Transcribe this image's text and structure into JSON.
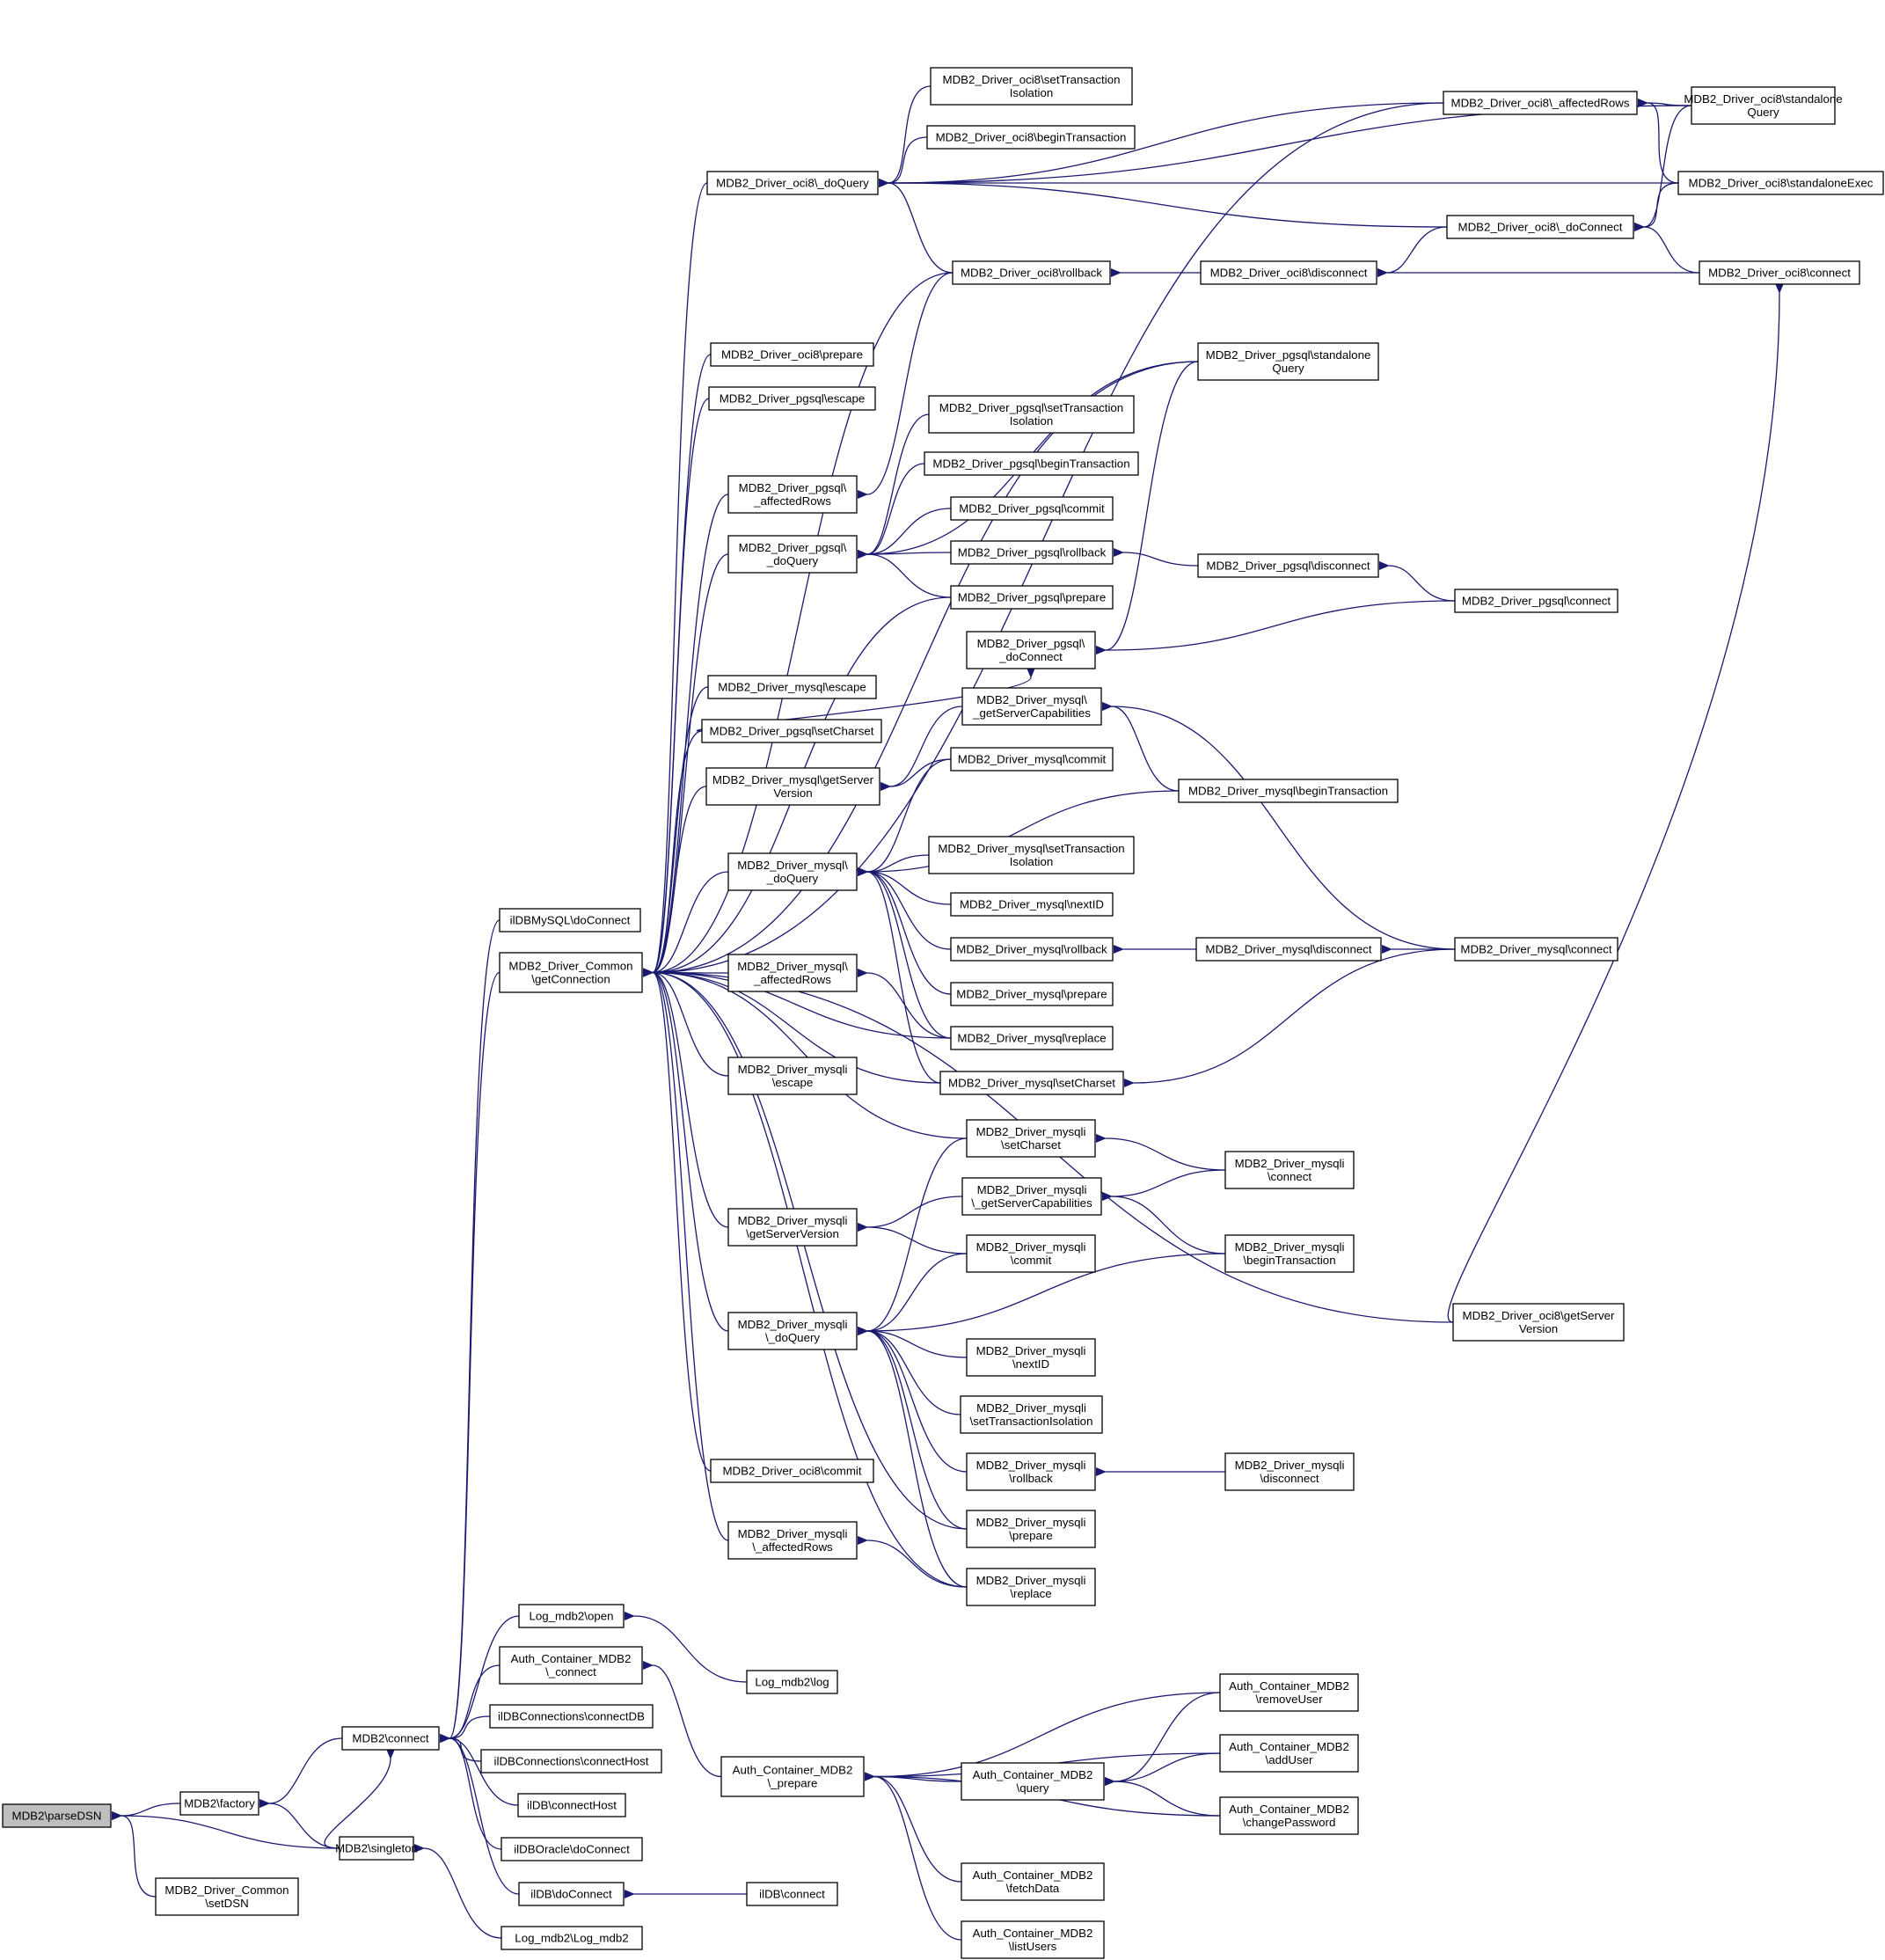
{
  "colors": {
    "edge": "#191970",
    "node_border": "#000000",
    "node_fill": "#ffffff",
    "root_fill": "#bfbfbf"
  },
  "nodes": [
    {
      "id": "parseDSN",
      "lines": [
        "MDB2\\parseDSN"
      ],
      "root": true
    },
    {
      "id": "factory",
      "lines": [
        "MDB2\\factory"
      ]
    },
    {
      "id": "singleton",
      "lines": [
        "MDB2\\singleton"
      ]
    },
    {
      "id": "setDSN",
      "lines": [
        "MDB2_Driver_Common",
        "\\setDSN"
      ]
    },
    {
      "id": "connect",
      "lines": [
        "MDB2\\connect"
      ]
    },
    {
      "id": "ilDBMySQL_doConnect",
      "lines": [
        "ilDBMySQL\\doConnect"
      ]
    },
    {
      "id": "getConnection",
      "lines": [
        "MDB2_Driver_Common",
        "\\getConnection"
      ]
    },
    {
      "id": "log_open",
      "lines": [
        "Log_mdb2\\open"
      ]
    },
    {
      "id": "auth_connect",
      "lines": [
        "Auth_Container_MDB2",
        "\\_connect"
      ]
    },
    {
      "id": "ilDBConnections_connectDB",
      "lines": [
        "ilDBConnections\\connectDB"
      ]
    },
    {
      "id": "ilDBConnections_connectHost",
      "lines": [
        "ilDBConnections\\connectHost"
      ]
    },
    {
      "id": "ilDB_connectHost",
      "lines": [
        "ilDB\\connectHost"
      ]
    },
    {
      "id": "ilDBOracle_doConnect",
      "lines": [
        "ilDBOracle\\doConnect"
      ]
    },
    {
      "id": "ilDB_doConnect",
      "lines": [
        "ilDB\\doConnect"
      ]
    },
    {
      "id": "log_mdb2_ctor",
      "lines": [
        "Log_mdb2\\Log_mdb2"
      ]
    },
    {
      "id": "log_log",
      "lines": [
        "Log_mdb2\\log"
      ]
    },
    {
      "id": "ilDB_connect",
      "lines": [
        "ilDB\\connect"
      ]
    },
    {
      "id": "auth_prepare",
      "lines": [
        "Auth_Container_MDB2",
        "\\_prepare"
      ]
    },
    {
      "id": "auth_query",
      "lines": [
        "Auth_Container_MDB2",
        "\\query"
      ]
    },
    {
      "id": "auth_removeUser",
      "lines": [
        "Auth_Container_MDB2",
        "\\removeUser"
      ]
    },
    {
      "id": "auth_addUser",
      "lines": [
        "Auth_Container_MDB2",
        "\\addUser"
      ]
    },
    {
      "id": "auth_changePassword",
      "lines": [
        "Auth_Container_MDB2",
        "\\changePassword"
      ]
    },
    {
      "id": "auth_fetchData",
      "lines": [
        "Auth_Container_MDB2",
        "\\fetchData"
      ]
    },
    {
      "id": "auth_listUsers",
      "lines": [
        "Auth_Container_MDB2",
        "\\listUsers"
      ]
    },
    {
      "id": "oci8_doQuery",
      "lines": [
        "MDB2_Driver_oci8\\_doQuery"
      ]
    },
    {
      "id": "oci8_setTransactionIsolation",
      "lines": [
        "MDB2_Driver_oci8\\setTransaction",
        "Isolation"
      ]
    },
    {
      "id": "oci8_beginTransaction",
      "lines": [
        "MDB2_Driver_oci8\\beginTransaction"
      ]
    },
    {
      "id": "oci8_rollback",
      "lines": [
        "MDB2_Driver_oci8\\rollback"
      ]
    },
    {
      "id": "oci8_disconnect",
      "lines": [
        "MDB2_Driver_oci8\\disconnect"
      ]
    },
    {
      "id": "oci8_affectedRows",
      "lines": [
        "MDB2_Driver_oci8\\_affectedRows"
      ]
    },
    {
      "id": "oci8_doConnect",
      "lines": [
        "MDB2_Driver_oci8\\_doConnect"
      ]
    },
    {
      "id": "oci8_standaloneQuery",
      "lines": [
        "MDB2_Driver_oci8\\standalone",
        "Query"
      ]
    },
    {
      "id": "oci8_standaloneExec",
      "lines": [
        "MDB2_Driver_oci8\\standaloneExec"
      ]
    },
    {
      "id": "oci8_connect",
      "lines": [
        "MDB2_Driver_oci8\\connect"
      ]
    },
    {
      "id": "oci8_prepare",
      "lines": [
        "MDB2_Driver_oci8\\prepare"
      ]
    },
    {
      "id": "pgsql_escape",
      "lines": [
        "MDB2_Driver_pgsql\\escape"
      ]
    },
    {
      "id": "pgsql_affectedRows",
      "lines": [
        "MDB2_Driver_pgsql\\",
        "_affectedRows"
      ]
    },
    {
      "id": "pgsql_doQuery",
      "lines": [
        "MDB2_Driver_pgsql\\",
        "_doQuery"
      ]
    },
    {
      "id": "pgsql_standaloneQuery",
      "lines": [
        "MDB2_Driver_pgsql\\standalone",
        "Query"
      ]
    },
    {
      "id": "pgsql_setTransactionIsolation",
      "lines": [
        "MDB2_Driver_pgsql\\setTransaction",
        "Isolation"
      ]
    },
    {
      "id": "pgsql_beginTransaction",
      "lines": [
        "MDB2_Driver_pgsql\\beginTransaction"
      ]
    },
    {
      "id": "pgsql_commit",
      "lines": [
        "MDB2_Driver_pgsql\\commit"
      ]
    },
    {
      "id": "pgsql_rollback",
      "lines": [
        "MDB2_Driver_pgsql\\rollback"
      ]
    },
    {
      "id": "pgsql_prepare",
      "lines": [
        "MDB2_Driver_pgsql\\prepare"
      ]
    },
    {
      "id": "pgsql_disconnect",
      "lines": [
        "MDB2_Driver_pgsql\\disconnect"
      ]
    },
    {
      "id": "pgsql_connect",
      "lines": [
        "MDB2_Driver_pgsql\\connect"
      ]
    },
    {
      "id": "pgsql_doConnect",
      "lines": [
        "MDB2_Driver_pgsql\\",
        "_doConnect"
      ]
    },
    {
      "id": "mysql_escape",
      "lines": [
        "MDB2_Driver_mysql\\escape"
      ]
    },
    {
      "id": "pgsql_setCharset",
      "lines": [
        "MDB2_Driver_pgsql\\setCharset"
      ]
    },
    {
      "id": "mysql_getServerVersion",
      "lines": [
        "MDB2_Driver_mysql\\getServer",
        "Version"
      ]
    },
    {
      "id": "mysql_getServerCapabilities",
      "lines": [
        "MDB2_Driver_mysql\\",
        "_getServerCapabilities"
      ]
    },
    {
      "id": "mysql_commit",
      "lines": [
        "MDB2_Driver_mysql\\commit"
      ]
    },
    {
      "id": "mysql_beginTransaction",
      "lines": [
        "MDB2_Driver_mysql\\beginTransaction"
      ]
    },
    {
      "id": "mysql_doQuery",
      "lines": [
        "MDB2_Driver_mysql\\",
        "_doQuery"
      ]
    },
    {
      "id": "mysql_setTransactionIsolation",
      "lines": [
        "MDB2_Driver_mysql\\setTransaction",
        "Isolation"
      ]
    },
    {
      "id": "mysql_nextID",
      "lines": [
        "MDB2_Driver_mysql\\nextID"
      ]
    },
    {
      "id": "mysql_rollback",
      "lines": [
        "MDB2_Driver_mysql\\rollback"
      ]
    },
    {
      "id": "mysql_disconnect",
      "lines": [
        "MDB2_Driver_mysql\\disconnect"
      ]
    },
    {
      "id": "mysql_connect",
      "lines": [
        "MDB2_Driver_mysql\\connect"
      ]
    },
    {
      "id": "mysql_affectedRows",
      "lines": [
        "MDB2_Driver_mysql\\",
        "_affectedRows"
      ]
    },
    {
      "id": "mysql_prepare",
      "lines": [
        "MDB2_Driver_mysql\\prepare"
      ]
    },
    {
      "id": "mysql_replace",
      "lines": [
        "MDB2_Driver_mysql\\replace"
      ]
    },
    {
      "id": "mysqli_escape",
      "lines": [
        "MDB2_Driver_mysqli",
        "\\escape"
      ]
    },
    {
      "id": "mysql_setCharset",
      "lines": [
        "MDB2_Driver_mysql\\setCharset"
      ]
    },
    {
      "id": "mysqli_setCharset",
      "lines": [
        "MDB2_Driver_mysqli",
        "\\setCharset"
      ]
    },
    {
      "id": "mysqli_connect",
      "lines": [
        "MDB2_Driver_mysqli",
        "\\connect"
      ]
    },
    {
      "id": "mysqli_getServerCapabilities",
      "lines": [
        "MDB2_Driver_mysqli",
        "\\_getServerCapabilities"
      ]
    },
    {
      "id": "mysqli_getServerVersion",
      "lines": [
        "MDB2_Driver_mysqli",
        "\\getServerVersion"
      ]
    },
    {
      "id": "mysqli_commit",
      "lines": [
        "MDB2_Driver_mysqli",
        "\\commit"
      ]
    },
    {
      "id": "mysqli_beginTransaction",
      "lines": [
        "MDB2_Driver_mysqli",
        "\\beginTransaction"
      ]
    },
    {
      "id": "oci8_getServerVersion",
      "lines": [
        "MDB2_Driver_oci8\\getServer",
        "Version"
      ]
    },
    {
      "id": "mysqli_doQuery",
      "lines": [
        "MDB2_Driver_mysqli",
        "\\_doQuery"
      ]
    },
    {
      "id": "mysqli_nextID",
      "lines": [
        "MDB2_Driver_mysqli",
        "\\nextID"
      ]
    },
    {
      "id": "mysqli_setTransactionIsolation",
      "lines": [
        "MDB2_Driver_mysqli",
        "\\setTransactionIsolation"
      ]
    },
    {
      "id": "mysqli_rollback",
      "lines": [
        "MDB2_Driver_mysqli",
        "\\rollback"
      ]
    },
    {
      "id": "mysqli_disconnect",
      "lines": [
        "MDB2_Driver_mysqli",
        "\\disconnect"
      ]
    },
    {
      "id": "oci8_commit",
      "lines": [
        "MDB2_Driver_oci8\\commit"
      ]
    },
    {
      "id": "mysqli_prepare",
      "lines": [
        "MDB2_Driver_mysqli",
        "\\prepare"
      ]
    },
    {
      "id": "mysqli_affectedRows",
      "lines": [
        "MDB2_Driver_mysqli",
        "\\_affectedRows"
      ]
    },
    {
      "id": "mysqli_replace",
      "lines": [
        "MDB2_Driver_mysqli",
        "\\replace"
      ]
    }
  ],
  "edges": [
    [
      "parseDSN",
      "factory"
    ],
    [
      "parseDSN",
      "singleton"
    ],
    [
      "parseDSN",
      "setDSN"
    ],
    [
      "factory",
      "connect"
    ],
    [
      "factory",
      "singleton"
    ],
    [
      "connect",
      "singleton"
    ],
    [
      "connect",
      "ilDBMySQL_doConnect"
    ],
    [
      "connect",
      "getConnection"
    ],
    [
      "connect",
      "log_open"
    ],
    [
      "connect",
      "auth_connect"
    ],
    [
      "connect",
      "ilDBConnections_connectDB"
    ],
    [
      "connect",
      "ilDBConnections_connectHost"
    ],
    [
      "connect",
      "ilDB_connectHost"
    ],
    [
      "connect",
      "ilDBOracle_doConnect"
    ],
    [
      "connect",
      "ilDB_doConnect"
    ],
    [
      "singleton",
      "log_mdb2_ctor"
    ],
    [
      "log_open",
      "log_log"
    ],
    [
      "ilDB_doConnect",
      "ilDB_connect"
    ],
    [
      "auth_connect",
      "auth_prepare"
    ],
    [
      "auth_prepare",
      "auth_query"
    ],
    [
      "auth_prepare",
      "auth_removeUser"
    ],
    [
      "auth_prepare",
      "auth_addUser"
    ],
    [
      "auth_prepare",
      "auth_changePassword"
    ],
    [
      "auth_prepare",
      "auth_fetchData"
    ],
    [
      "auth_prepare",
      "auth_listUsers"
    ],
    [
      "auth_query",
      "auth_removeUser"
    ],
    [
      "auth_query",
      "auth_addUser"
    ],
    [
      "auth_query",
      "auth_changePassword"
    ],
    [
      "getConnection",
      "oci8_doQuery"
    ],
    [
      "getConnection",
      "oci8_affectedRows"
    ],
    [
      "getConnection",
      "oci8_prepare"
    ],
    [
      "getConnection",
      "pgsql_escape"
    ],
    [
      "getConnection",
      "pgsql_affectedRows"
    ],
    [
      "getConnection",
      "pgsql_doQuery"
    ],
    [
      "getConnection",
      "pgsql_standaloneQuery"
    ],
    [
      "getConnection",
      "pgsql_prepare"
    ],
    [
      "getConnection",
      "oci8_rollback"
    ],
    [
      "getConnection",
      "mysql_escape"
    ],
    [
      "getConnection",
      "pgsql_setCharset"
    ],
    [
      "getConnection",
      "mysql_getServerVersion"
    ],
    [
      "getConnection",
      "mysql_doQuery"
    ],
    [
      "getConnection",
      "mysql_affectedRows"
    ],
    [
      "getConnection",
      "mysql_replace"
    ],
    [
      "getConnection",
      "mysqli_escape"
    ],
    [
      "getConnection",
      "mysql_setCharset"
    ],
    [
      "getConnection",
      "mysqli_setCharset"
    ],
    [
      "getConnection",
      "mysqli_getServerVersion"
    ],
    [
      "getConnection",
      "mysqli_doQuery"
    ],
    [
      "getConnection",
      "oci8_commit"
    ],
    [
      "getConnection",
      "mysqli_affectedRows"
    ],
    [
      "getConnection",
      "mysqli_prepare"
    ],
    [
      "getConnection",
      "mysqli_replace"
    ],
    [
      "getConnection",
      "oci8_getServerVersion"
    ],
    [
      "oci8_doQuery",
      "oci8_setTransactionIsolation"
    ],
    [
      "oci8_doQuery",
      "oci8_beginTransaction"
    ],
    [
      "oci8_doQuery",
      "oci8_rollback"
    ],
    [
      "oci8_doQuery",
      "oci8_affectedRows"
    ],
    [
      "oci8_doQuery",
      "oci8_standaloneQuery"
    ],
    [
      "oci8_doQuery",
      "oci8_standaloneExec"
    ],
    [
      "oci8_doQuery",
      "oci8_doConnect"
    ],
    [
      "oci8_rollback",
      "oci8_disconnect"
    ],
    [
      "oci8_disconnect",
      "oci8_doConnect"
    ],
    [
      "oci8_disconnect",
      "oci8_connect"
    ],
    [
      "oci8_affectedRows",
      "oci8_standaloneQuery"
    ],
    [
      "oci8_affectedRows",
      "oci8_standaloneExec"
    ],
    [
      "oci8_doConnect",
      "oci8_standaloneQuery"
    ],
    [
      "oci8_doConnect",
      "oci8_standaloneExec"
    ],
    [
      "oci8_doConnect",
      "oci8_connect"
    ],
    [
      "oci8_connect",
      "oci8_getServerVersion"
    ],
    [
      "pgsql_affectedRows",
      "oci8_rollback"
    ],
    [
      "pgsql_doQuery",
      "pgsql_standaloneQuery"
    ],
    [
      "pgsql_doQuery",
      "pgsql_setTransactionIsolation"
    ],
    [
      "pgsql_doQuery",
      "pgsql_beginTransaction"
    ],
    [
      "pgsql_doQuery",
      "pgsql_commit"
    ],
    [
      "pgsql_doQuery",
      "pgsql_rollback"
    ],
    [
      "pgsql_doQuery",
      "pgsql_prepare"
    ],
    [
      "pgsql_rollback",
      "pgsql_disconnect"
    ],
    [
      "pgsql_disconnect",
      "pgsql_connect"
    ],
    [
      "pgsql_doConnect",
      "pgsql_standaloneQuery"
    ],
    [
      "pgsql_doConnect",
      "pgsql_connect"
    ],
    [
      "pgsql_doConnect",
      "pgsql_setCharset"
    ],
    [
      "mysql_getServerVersion",
      "mysql_getServerCapabilities"
    ],
    [
      "mysql_getServerVersion",
      "mysql_commit"
    ],
    [
      "mysql_getServerCapabilities",
      "mysql_beginTransaction"
    ],
    [
      "mysql_getServerCapabilities",
      "mysql_connect"
    ],
    [
      "mysql_doQuery",
      "mysql_commit"
    ],
    [
      "mysql_doQuery",
      "mysql_beginTransaction"
    ],
    [
      "mysql_doQuery",
      "mysql_setTransactionIsolation"
    ],
    [
      "mysql_doQuery",
      "mysql_nextID"
    ],
    [
      "mysql_doQuery",
      "mysql_rollback"
    ],
    [
      "mysql_doQuery",
      "mysql_prepare"
    ],
    [
      "mysql_doQuery",
      "mysql_replace"
    ],
    [
      "mysql_doQuery",
      "mysql_setCharset"
    ],
    [
      "mysql_rollback",
      "mysql_disconnect"
    ],
    [
      "mysql_disconnect",
      "mysql_connect"
    ],
    [
      "mysql_setCharset",
      "mysql_connect"
    ],
    [
      "mysql_affectedRows",
      "mysql_replace"
    ],
    [
      "mysqli_setCharset",
      "mysqli_connect"
    ],
    [
      "mysqli_getServerCapabilities",
      "mysqli_connect"
    ],
    [
      "mysqli_getServerCapabilities",
      "mysqli_beginTransaction"
    ],
    [
      "mysqli_getServerVersion",
      "mysqli_getServerCapabilities"
    ],
    [
      "mysqli_getServerVersion",
      "mysqli_commit"
    ],
    [
      "mysqli_doQuery",
      "mysqli_setCharset"
    ],
    [
      "mysqli_doQuery",
      "mysqli_commit"
    ],
    [
      "mysqli_doQuery",
      "mysqli_beginTransaction"
    ],
    [
      "mysqli_doQuery",
      "mysqli_nextID"
    ],
    [
      "mysqli_doQuery",
      "mysqli_setTransactionIsolation"
    ],
    [
      "mysqli_doQuery",
      "mysqli_rollback"
    ],
    [
      "mysqli_doQuery",
      "mysqli_prepare"
    ],
    [
      "mysqli_doQuery",
      "mysqli_replace"
    ],
    [
      "mysqli_rollback",
      "mysqli_disconnect"
    ],
    [
      "mysqli_affectedRows",
      "mysqli_replace"
    ]
  ]
}
